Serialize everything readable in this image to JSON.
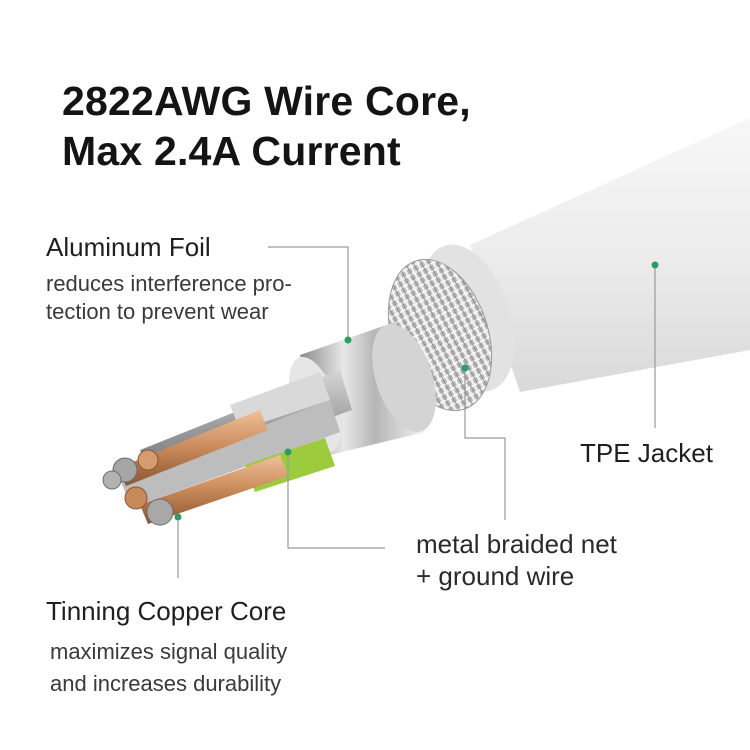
{
  "headline": {
    "line1": "2822AWG Wire Core,",
    "line2": "Max 2.4A Current"
  },
  "callouts": {
    "foil": {
      "title": "Aluminum Foil",
      "desc_line1": "reduces interference  pro-",
      "desc_line2": "tection to prevent wear"
    },
    "jacket": {
      "title": "TPE Jacket"
    },
    "braid": {
      "line1": "metal braided net",
      "line2": "+ ground wire"
    },
    "core": {
      "title": "Tinning Copper Core",
      "desc_line1": "maximizes signal quality",
      "desc_line2": "and increases durability"
    }
  },
  "colors": {
    "background": "#ffffff",
    "accent_dot": "#2e9b63",
    "leader_line": "#9a9a9a",
    "jacket": "#efefef",
    "foil": "#c9c9c9",
    "copper": "#c98a5a",
    "ground_wire": "#9ccb3e"
  }
}
